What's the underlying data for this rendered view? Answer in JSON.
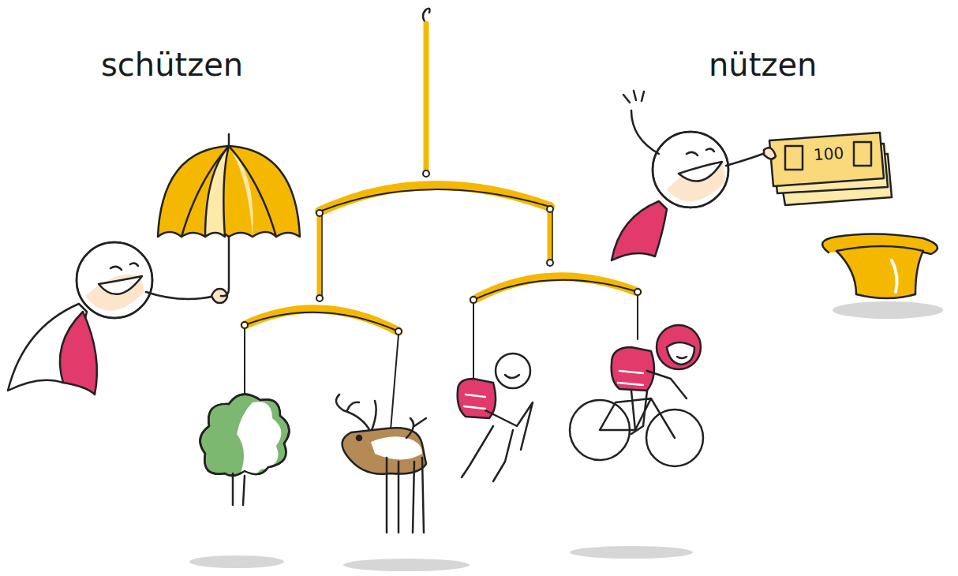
{
  "diagram": {
    "labels": [
      "schützen",
      "nützen",
      "100"
    ]
  }
}
